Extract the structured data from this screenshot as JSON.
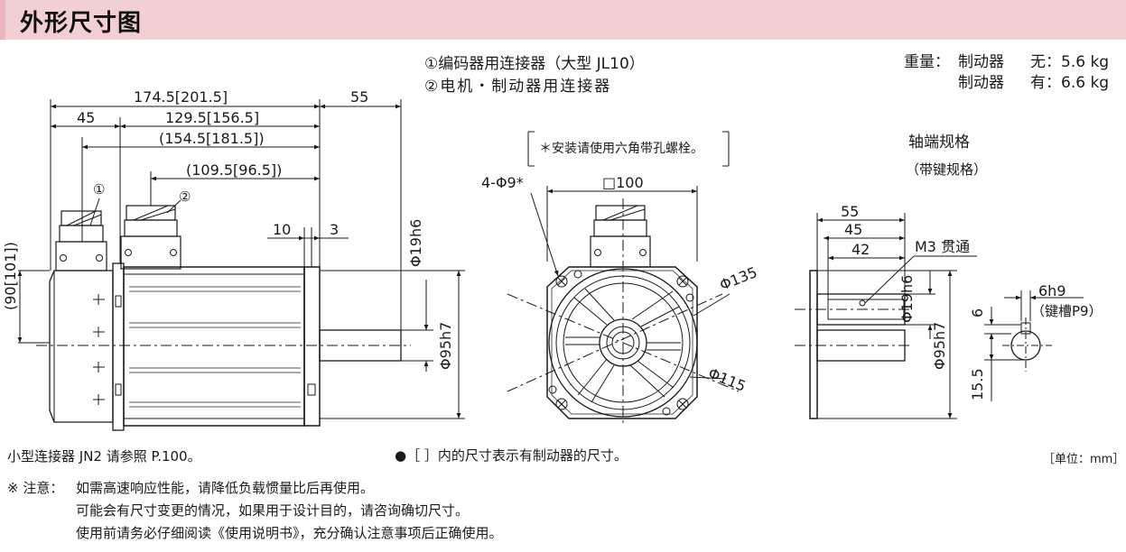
{
  "title": "外形尺寸图",
  "connector_notes": {
    "line1": "①编码器用连接器（大型 JL10）",
    "line2": "②电机・制动器用连接器"
  },
  "weight": {
    "label": "重量：",
    "row1_item": "制动器",
    "row1_value": "无：5.6 kg",
    "row2_item": "制动器",
    "row2_value": "有：6.6 kg"
  },
  "side_view": {
    "dim_total": "174.5[201.5]",
    "dim_shaft": "55",
    "dim_45": "45",
    "dim_body": "129.5[156.5]",
    "dim_1545": "(154.5[181.5])",
    "dim_1095": "(109.5[96.5])",
    "dim_10": "10",
    "dim_3": "3",
    "dim_height": "(90[101])",
    "dim_shaft_dia": "Φ19h6",
    "dim_pilot": "Φ95h7",
    "marker1": "①",
    "marker2": "②"
  },
  "front_view": {
    "note": "＊安装请使用六角带孔螺栓。",
    "bolt": "4-Φ9*",
    "square": "□100",
    "pcd": "Φ135",
    "dia115": "Φ115"
  },
  "shaft_end": {
    "title": "轴端规格",
    "subtitle": "（带键规格）",
    "dim_55": "55",
    "dim_45": "45",
    "dim_42": "42",
    "tap": "M3 贯通",
    "shaft_dia": "Φ19h6",
    "pilot": "Φ95h7",
    "key_width": "6h9",
    "keyway": "（键槽P9）",
    "dim_6": "6",
    "dim_155": "15.5"
  },
  "footer": {
    "small_connector": "小型连接器 JN2 请参照 P.100。",
    "bracket_note": "●［ ］内的尺寸表示有制动器的尺寸。",
    "unit": "［单位：mm］",
    "caution_label": "※ 注意：",
    "caution1": "如需高速响应性能，请降低负载惯量比后再使用。",
    "caution2": "可能会有尺寸变更的情况，如果用于设计目的，请咨询确切尺寸。",
    "caution3": "使用前请务必仔细阅读《使用说明书》，充分确认注意事项后正确使用。"
  },
  "colors": {
    "title_bar": "#f2cfd3",
    "line": "#1a1a1a"
  }
}
